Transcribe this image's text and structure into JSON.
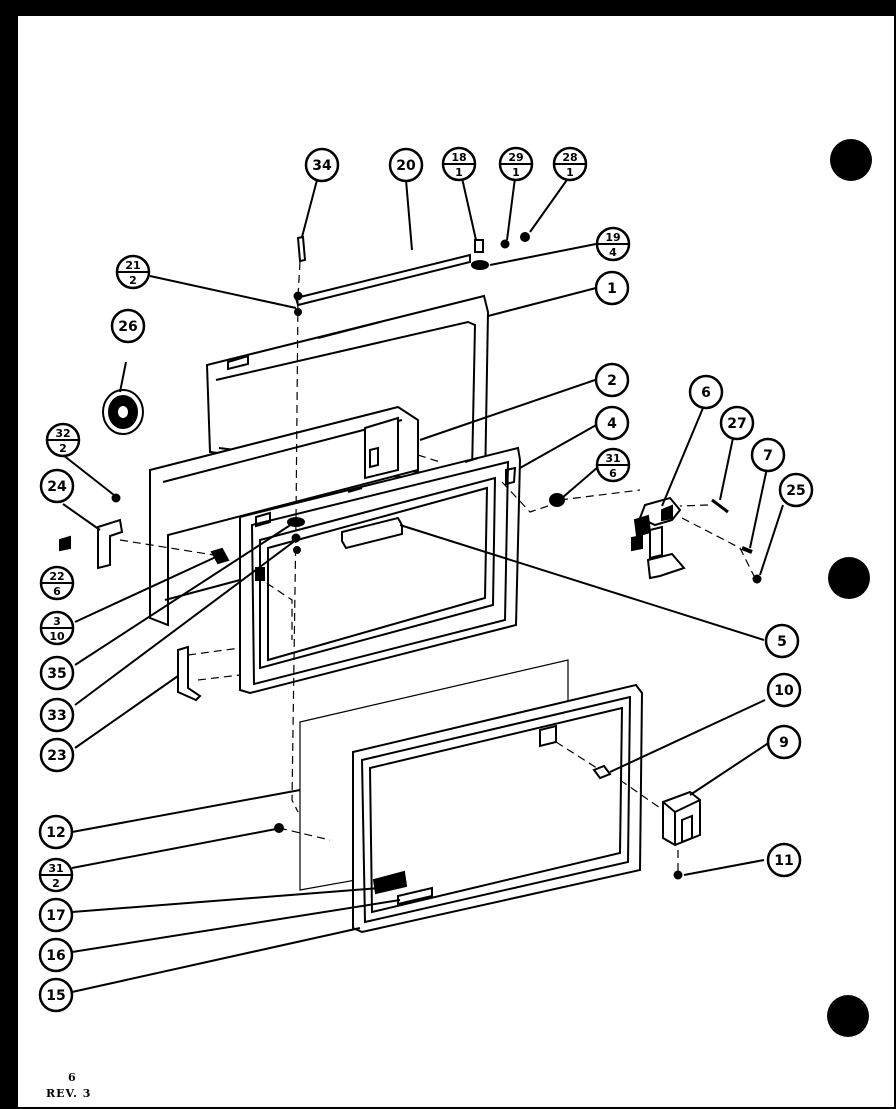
{
  "callouts": [
    {
      "id": "34",
      "label": "34"
    },
    {
      "id": "20",
      "label": "20"
    },
    {
      "id": "18-1",
      "top": "18",
      "bottom": "1"
    },
    {
      "id": "29-1",
      "top": "29",
      "bottom": "1"
    },
    {
      "id": "28-1",
      "top": "28",
      "bottom": "1"
    },
    {
      "id": "19-4",
      "top": "19",
      "bottom": "4"
    },
    {
      "id": "21-2",
      "top": "21",
      "bottom": "2"
    },
    {
      "id": "1",
      "label": "1"
    },
    {
      "id": "26",
      "label": "26"
    },
    {
      "id": "2",
      "label": "2"
    },
    {
      "id": "6",
      "label": "6"
    },
    {
      "id": "4",
      "label": "4"
    },
    {
      "id": "27",
      "label": "27"
    },
    {
      "id": "32-2",
      "top": "32",
      "bottom": "2"
    },
    {
      "id": "31-6",
      "top": "31",
      "bottom": "6"
    },
    {
      "id": "7",
      "label": "7"
    },
    {
      "id": "24",
      "label": "24"
    },
    {
      "id": "25",
      "label": "25"
    },
    {
      "id": "22-6",
      "top": "22",
      "bottom": "6"
    },
    {
      "id": "3-10",
      "top": "3",
      "bottom": "10"
    },
    {
      "id": "35",
      "label": "35"
    },
    {
      "id": "5",
      "label": "5"
    },
    {
      "id": "33",
      "label": "33"
    },
    {
      "id": "23",
      "label": "23"
    },
    {
      "id": "10",
      "label": "10"
    },
    {
      "id": "9",
      "label": "9"
    },
    {
      "id": "12",
      "label": "12"
    },
    {
      "id": "31-2",
      "top": "31",
      "bottom": "2"
    },
    {
      "id": "11",
      "label": "11"
    },
    {
      "id": "17",
      "label": "17"
    },
    {
      "id": "16",
      "label": "16"
    },
    {
      "id": "15",
      "label": "15"
    }
  ],
  "footer": {
    "page": "6",
    "rev": "REV.  3"
  }
}
